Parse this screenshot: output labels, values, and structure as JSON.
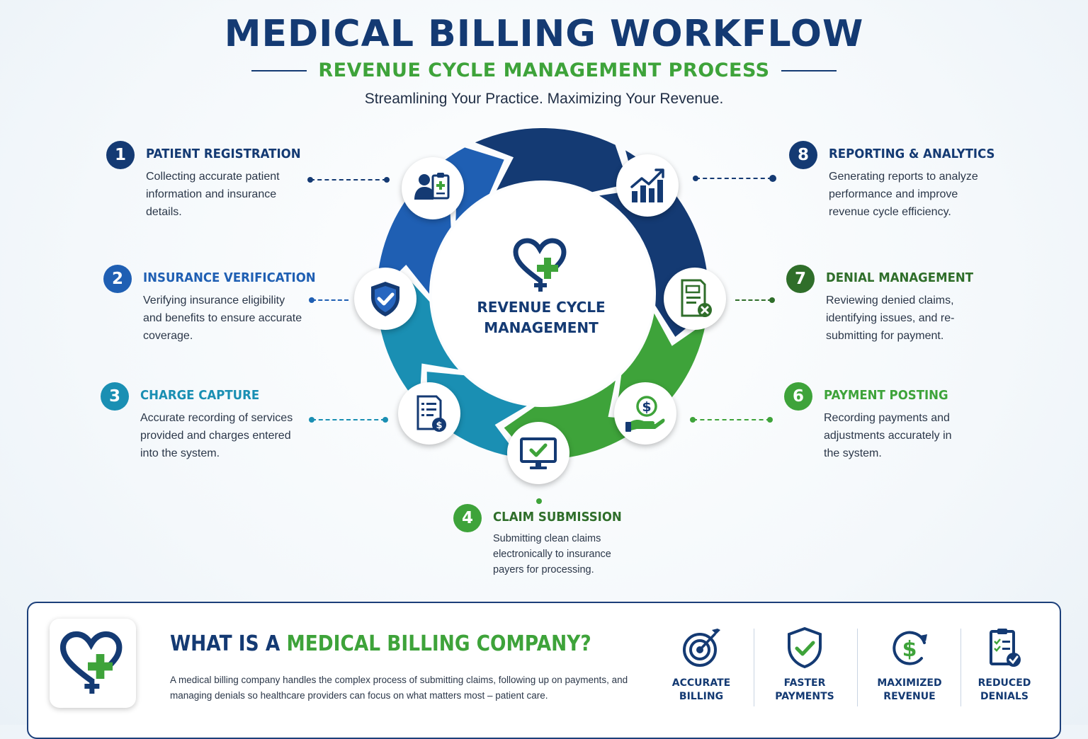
{
  "header": {
    "title": "MEDICAL BILLING WORKFLOW",
    "subtitle": "REVENUE CYCLE MANAGEMENT PROCESS",
    "tagline": "Streamlining Your Practice. Maximizing Your Revenue."
  },
  "center": {
    "label_line1": "REVENUE CYCLE",
    "label_line2": "MANAGEMENT"
  },
  "colors": {
    "navy": "#143a73",
    "blue": "#1f5fb3",
    "teal": "#1a8fb3",
    "green": "#3ea33a",
    "dark_green": "#2f6e2a"
  },
  "steps": [
    {
      "number": "1",
      "title": "PATIENT REGISTRATION",
      "description": "Collecting accurate patient information and insurance details.",
      "icon": "patient-clipboard-icon"
    },
    {
      "number": "2",
      "title": "INSURANCE VERIFICATION",
      "description": "Verifying insurance eligibility and benefits to ensure accurate coverage.",
      "icon": "shield-check-icon"
    },
    {
      "number": "3",
      "title": "CHARGE CAPTURE",
      "description": "Accurate recording of services provided and charges entered into the system.",
      "icon": "invoice-dollar-icon"
    },
    {
      "number": "4",
      "title": "CLAIM SUBMISSION",
      "description": "Submitting clean claims electronically to insurance payers for processing.",
      "icon": "monitor-check-icon"
    },
    {
      "number": "6",
      "title": "PAYMENT POSTING",
      "description": "Recording payments and adjustments accurately in the system.",
      "icon": "hand-dollar-icon"
    },
    {
      "number": "7",
      "title": "DENIAL MANAGEMENT",
      "description": "Reviewing denied claims, identifying issues, and re-submitting for payment.",
      "icon": "document-x-icon"
    },
    {
      "number": "8",
      "title": "REPORTING & ANALYTICS",
      "description": "Generating reports to analyze performance and improve revenue cycle efficiency.",
      "icon": "bar-chart-up-icon"
    }
  ],
  "info": {
    "heading_part1": "WHAT IS A ",
    "heading_part2": "MEDICAL BILLING COMPANY?",
    "text": "A medical billing company handles the complex process of submitting claims, following up on payments, and managing denials so healthcare providers can focus on what matters most – patient care."
  },
  "benefits": [
    {
      "line1": "ACCURATE",
      "line2": "BILLING",
      "icon": "target-icon"
    },
    {
      "line1": "FASTER",
      "line2": "PAYMENTS",
      "icon": "shield-check-icon"
    },
    {
      "line1": "MAXIMIZED",
      "line2": "REVENUE",
      "icon": "dollar-cycle-icon"
    },
    {
      "line1": "REDUCED",
      "line2": "DENIALS",
      "icon": "checklist-icon"
    }
  ]
}
